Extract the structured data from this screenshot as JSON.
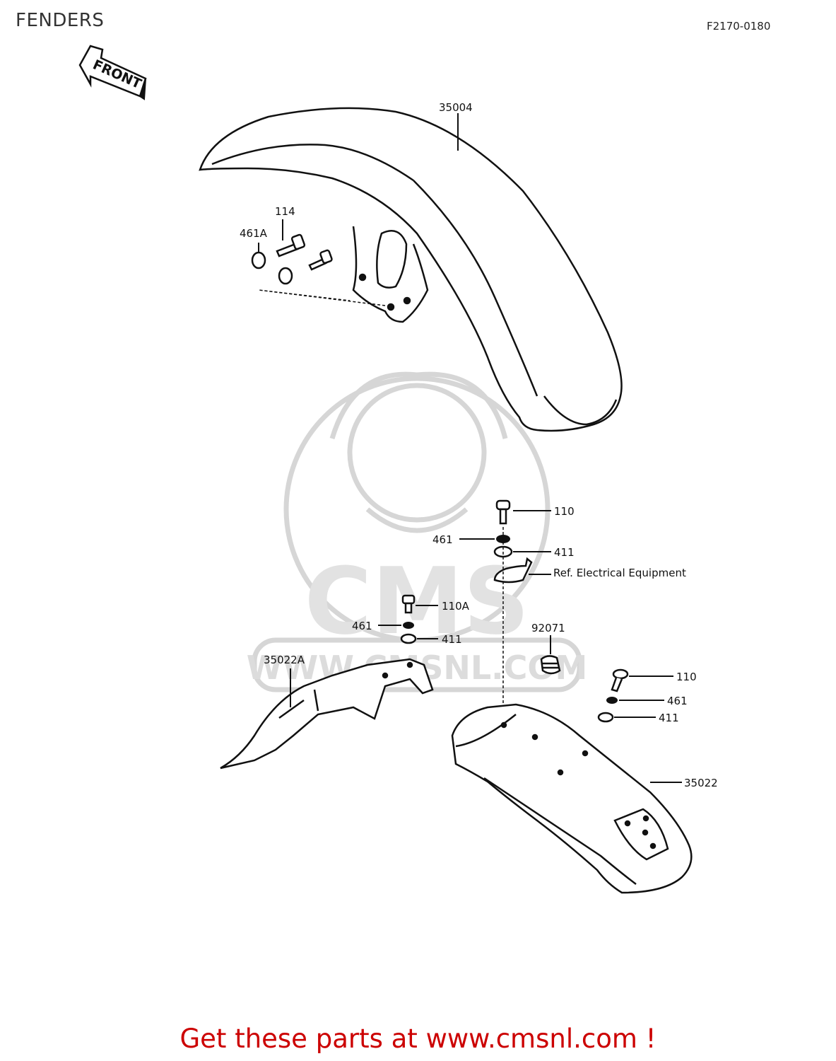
{
  "page": {
    "title": "FENDERS",
    "diagram_code": "F2170-0180",
    "footer": "Get these parts at www.cmsnl.com !"
  },
  "direction_arrow": {
    "label": "FRONT"
  },
  "watermark": {
    "logo_text": "CMS",
    "url_text": "WWW.CMSNL.COM"
  },
  "callouts": {
    "front_fender": "35004",
    "front_bolt": "114",
    "front_nut": "461A",
    "rear_bolt_top": "110",
    "rear_washer_top": "461",
    "rear_grommet_top": "411",
    "ref_electrical": "Ref. Electrical Equipment",
    "flap_bolt": "110A",
    "flap_washer": "461",
    "flap_grommet": "411",
    "cushion": "92071",
    "rear_bolt_right": "110",
    "rear_washer_right": "461",
    "rear_grommet_right": "411",
    "rear_flap": "35022A",
    "rear_fender": "35022"
  },
  "colors": {
    "footer": "#cc0000",
    "watermark": "#d6d6d6",
    "lines": "#111111"
  }
}
